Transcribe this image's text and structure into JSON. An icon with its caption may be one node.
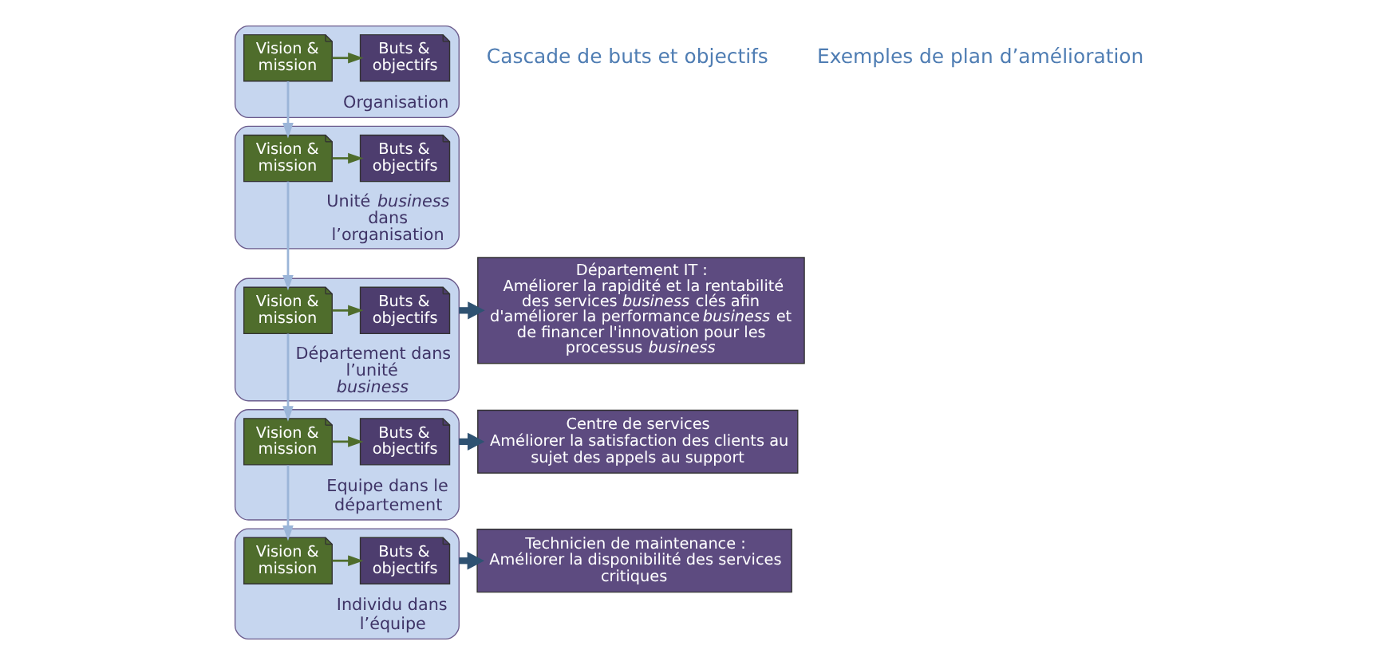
{
  "diagram": {
    "nodes": [
      {
        "text": [
          "Organisation"
        ]
      },
      {
        "text": [
          "Vision & mission"
        ],
        "in": 0
      },
      {
        "text": [
          "Buts & objectifs"
        ],
        "in": 0
      },
      {
        "text": [
          "Unité *business* dans l’organisation"
        ]
      },
      {
        "text": [
          "Vision & mission"
        ],
        "in": 3
      },
      {
        "text": [
          "Buts & objectifs"
        ],
        "in": 3
      },
      {
        "text": [
          "Département dans l’unité *business*"
        ]
      },
      {
        "text": [
          "Vision & mission"
        ],
        "in": 6
      },
      {
        "text": [
          "Buts & objectifs"
        ],
        "in": 6
      },
      {
        "text": [
          "Equipe dans le département"
        ]
      },
      {
        "text": [
          "Vision & mission"
        ],
        "in": 9
      },
      {
        "text": [
          "Buts & objectifs"
        ],
        "in": 9
      },
      {
        "text": [
          "Individu dans l’équipe"
        ]
      },
      {
        "text": [
          "Vision & mission"
        ],
        "in": 12
      },
      {
        "text": [
          "Buts & objectifs"
        ],
        "in": 12
      },
      {
        "text": [
          "Département IT :",
          "Améliorer la rapidité et la rentabilité des services *business* clés afin d'améliorer la performance *business* et de financer l'innovation pour les processus *business*"
        ]
      },
      {
        "text": [
          "Centre de services",
          "Améliorer la satisfaction des clients au sujet des appels au support"
        ]
      },
      {
        "text": [
          "Technicien de maintenance :",
          "Améliorer la disponibilité des services critiques"
        ]
      }
    ],
    "edges": [
      {
        "from": 1,
        "to": 2,
        "arrow": "to"
      },
      {
        "from": 1,
        "to": 4,
        "arrow": "to",
        "color": "#9bb5d8"
      },
      {
        "from": 4,
        "to": 5,
        "arrow": "to"
      },
      {
        "from": 4,
        "to": 7,
        "arrow": "to",
        "color": "#9bb5d8"
      },
      {
        "from": 7,
        "to": 8,
        "arrow": "to"
      },
      {
        "from": 7,
        "to": 10,
        "arrow": "to",
        "color": "#9bb5d8"
      },
      {
        "from": 10,
        "to": 11,
        "arrow": "to"
      },
      {
        "from": 10,
        "to": 13,
        "arrow": "to",
        "color": "#9bb5d8"
      },
      {
        "from": 13,
        "to": 14,
        "arrow": "to"
      },
      {
        "from": 6,
        "to": 15,
        "arrow": "to",
        "style": "thick",
        "color": "#2f5272"
      },
      {
        "from": 9,
        "to": 16,
        "arrow": "to",
        "style": "thick",
        "color": "#2f5272"
      },
      {
        "from": 12,
        "to": 17,
        "arrow": "to",
        "style": "thick",
        "color": "#2f5272"
      }
    ],
    "labels": [
      "Cascade de buts et objectifs",
      "Exemples de plan d’amélioration"
    ]
  }
}
